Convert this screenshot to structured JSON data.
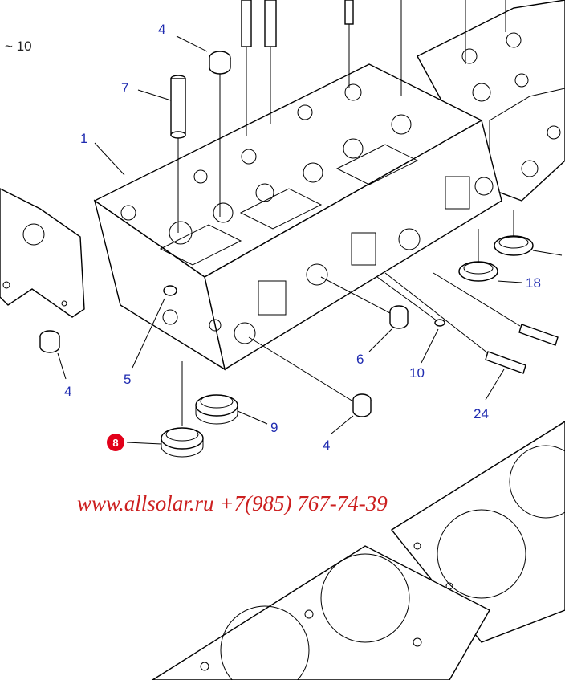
{
  "callouts": {
    "ref_10_top": "~ 10",
    "c1": "1",
    "c4_top": "4",
    "c7": "7",
    "c4_left": "4",
    "c5": "5",
    "c6": "6",
    "c10": "10",
    "c18": "18",
    "c24": "24",
    "c9": "9",
    "c4_bottom": "4",
    "c8": "8"
  },
  "watermark": "www.allsolar.ru +7(985) 767-74-39",
  "colors": {
    "callout_blue": "#1f2bb0",
    "badge_red": "#e2001a",
    "watermark_red": "#cc1f1f"
  }
}
